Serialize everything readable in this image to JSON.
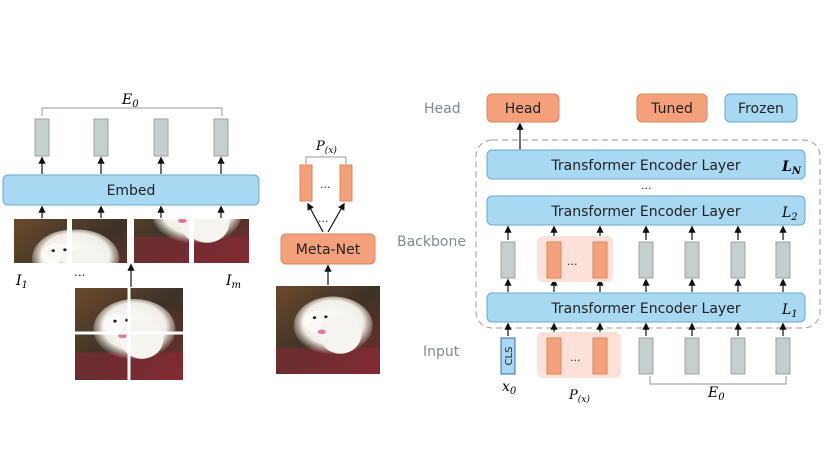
{
  "colors": {
    "blue_fill": "#a9d8f2",
    "blue_stroke": "#6aa9d0",
    "orange_fill": "#f4a07a",
    "orange_stroke": "#d98760",
    "gray_fill": "#c5cfcf",
    "gray_stroke": "#9aa6a6",
    "pink_bg": "#fbe1d8",
    "dashed": "#9a9a9a"
  },
  "left": {
    "e0_label": "E",
    "e0_sub": "0",
    "embed_label": "Embed",
    "i1_label": "I",
    "i1_sub": "1",
    "im_label": "I",
    "im_sub": "m",
    "dots": "..."
  },
  "middle": {
    "px_label": "P",
    "px_sub": "(x)",
    "dots": "...",
    "metanet_label": "Meta-Net"
  },
  "right": {
    "section_head": "Head",
    "section_backbone": "Backbone",
    "section_input": "Input",
    "head_box": "Head",
    "legend_tuned": "Tuned",
    "legend_frozen": "Frozen",
    "layer_label": "Transformer Encoder Layer",
    "layer_N": "L",
    "layer_N_sub": "N",
    "layer_2": "L",
    "layer_2_sub": "2",
    "layer_1": "L",
    "layer_1_sub": "1",
    "dots": "...",
    "cls": "CLS",
    "x0": "x",
    "x0_sub": "0",
    "px": "P",
    "px_sub": "(x)",
    "e0": "E",
    "e0_sub": "0"
  }
}
